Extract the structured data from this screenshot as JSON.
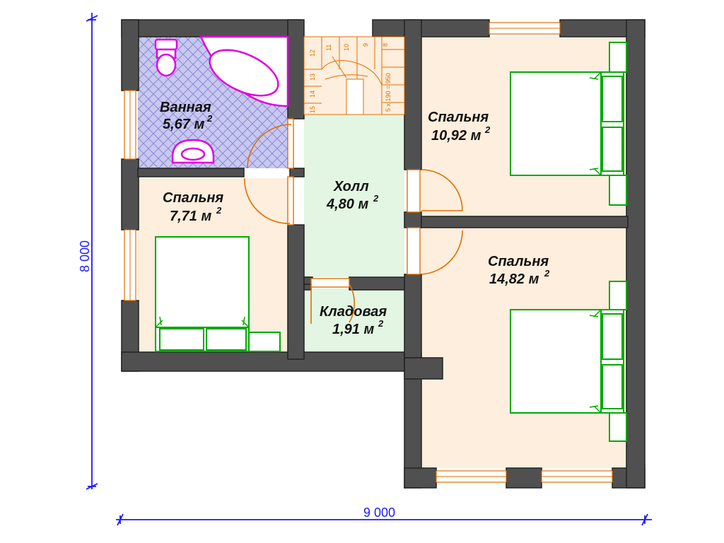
{
  "rooms": {
    "bathroom": {
      "name": "Ванная",
      "area": "5,67 м",
      "unit_sup": "2"
    },
    "bedroom_ne": {
      "name": "Спальня",
      "area": "10,92 м",
      "unit_sup": "2"
    },
    "bedroom_w": {
      "name": "Спальня",
      "area": "7,71 м",
      "unit_sup": "2"
    },
    "hall": {
      "name": "Холл",
      "area": "4,80 м",
      "unit_sup": "2"
    },
    "bedroom_se": {
      "name": "Спальня",
      "area": "14,82 м",
      "unit_sup": "2"
    },
    "storage": {
      "name": "Кладовая",
      "area": "1,91 м",
      "unit_sup": "2"
    }
  },
  "dimensions": {
    "width": "9 000",
    "height": "8 000"
  },
  "stairs": {
    "step_numbers": [
      "8",
      "9",
      "10",
      "11",
      "12",
      "13",
      "14",
      "15"
    ],
    "label": "5 x 190 = 950"
  },
  "colors": {
    "bathroom_fill": "#c8c8f0",
    "bedroom_fill": "#fdeedd",
    "hall_fill": "#e3f5e3",
    "wall": "#505050",
    "dimension": "#1a1aff",
    "door_window": "#e07000",
    "bed": "#00aa00",
    "fixture": "#e000e0"
  }
}
